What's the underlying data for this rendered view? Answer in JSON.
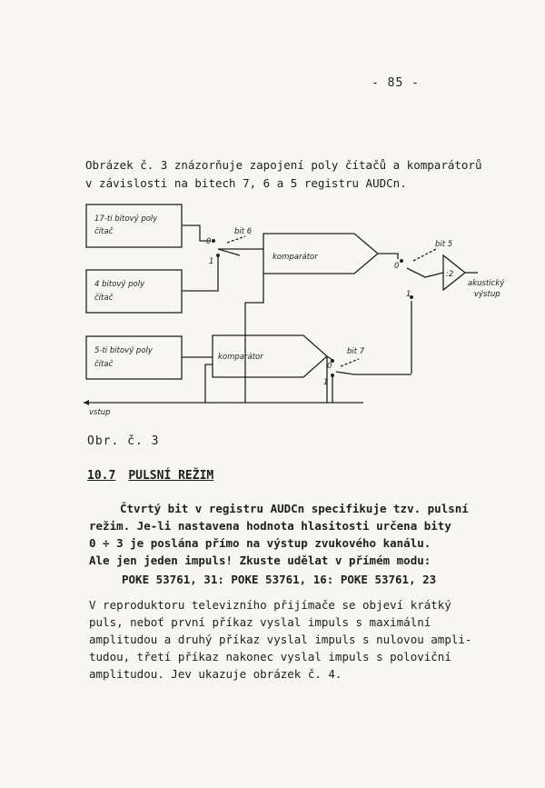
{
  "page_number": "- 85 -",
  "intro": [
    "Obrázek č. 3 znázorňuje zapojení poly čítačů a komparátorů",
    "v závislosti na bitech 7, 6 a 5 registru AUDCn."
  ],
  "diagram": {
    "counter_17": [
      "17-ti bitový poly",
      "čítač"
    ],
    "counter_4": [
      "4 bitový poly",
      "čítač"
    ],
    "counter_5": [
      "5-ti bitový poly",
      "čítač"
    ],
    "comparator_top": "komparátor",
    "comparator_bottom": "komparátor",
    "bit6": "bit 6",
    "bit7": "bit 7",
    "bit5": "bit 5",
    "divider": ":2",
    "output": [
      "akustický",
      "výstup"
    ],
    "input": "vstup",
    "switch_0": "0",
    "switch_1": "1"
  },
  "caption": "Obr. č. 3",
  "section": {
    "number": "10.7",
    "title": "PULSNÍ REŽIM"
  },
  "paragraph1": [
    "Čtvrtý bit v registru AUDCn specifikuje tzv. pulsní",
    "režim. Je-li nastavena hodnota hlasitosti určena bity",
    "0 ÷ 3  je poslána přímo na výstup zvukového kanálu.",
    "Ale jen jeden impuls! Zkuste udělat v přímém modu:"
  ],
  "code": "POKE 53761, 31: POKE 53761, 16: POKE 53761, 23",
  "paragraph2": [
    "V reproduktoru televizního přijímače se objeví krátký",
    "puls, neboť  první příkaz vyslal impuls s maximální",
    "amplitudou a druhý příkaz vyslal impuls s nulovou ampli-",
    "tudou, třetí příkaz nakonec vyslal impuls s poloviční",
    "amplitudou. Jev ukazuje obrázek č. 4."
  ]
}
